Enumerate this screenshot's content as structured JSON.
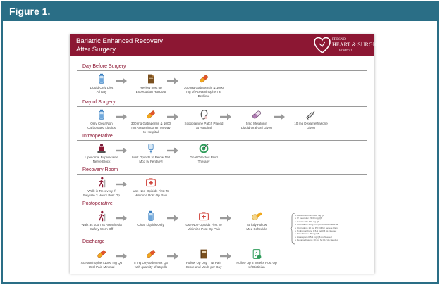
{
  "figure": {
    "label": "Figure 1."
  },
  "poster": {
    "title_line1": "Bariatric Enhanced Recovery",
    "title_line2": "After Surgery",
    "logo": {
      "line1": "FRESNO",
      "line2": "HEART & SURGICAL",
      "line3": "HOSPITAL"
    }
  },
  "colors": {
    "frame": "#2a6e86",
    "header": "#8c1733",
    "section_title": "#8c1733",
    "arrow": "#9a9a9a"
  },
  "sections": [
    {
      "title": "Day Before Surgery",
      "steps": [
        {
          "icon": "water-bottle-icon",
          "lines": [
            "Liquid Only Diet",
            "All Day"
          ]
        },
        {
          "icon": "document-icon",
          "lines": [
            "Review post op",
            "Expectation Handout"
          ]
        },
        {
          "icon": "pill-icon",
          "lines": [
            "300 mg Gabapentin & 1000",
            "mg of Acetaminophen at",
            "Bedtime"
          ]
        }
      ]
    },
    {
      "title": "Day of Surgery",
      "steps": [
        {
          "icon": "water-bottle-icon",
          "lines": [
            "Only Clear Non",
            "Carbonated Liquids"
          ]
        },
        {
          "icon": "pill-icon",
          "lines": [
            "300 mg Gabapentin & 1000",
            "mg Acetaminophen on way",
            "to Hospital"
          ]
        },
        {
          "icon": "ear-patch-icon",
          "lines": [
            "Scopolamine Patch Placed",
            "at Hospital"
          ]
        },
        {
          "icon": "gel-capsule-icon",
          "lines": [
            "5mg Melatonin",
            "Liquid Oral Gel Given"
          ]
        },
        {
          "icon": "syringe-icon",
          "lines": [
            "10 mg Dexamethasone",
            "Given"
          ]
        }
      ]
    },
    {
      "title": "Intraoperative",
      "steps": [
        {
          "icon": "patient-icon",
          "lines": [
            "Liposomal Bupivacaine",
            "Nerve Block"
          ]
        },
        {
          "icon": "iv-bag-icon",
          "lines": [
            "Limit Opioids to Below 150",
            "Mcg IV Fentanyl"
          ]
        },
        {
          "icon": "target-icon",
          "lines": [
            "Goal Directed Fluid",
            "Therapy"
          ]
        }
      ]
    },
    {
      "title": "Recovery Room",
      "steps": [
        {
          "icon": "walking-icon",
          "lines": [
            "Walk in Recovery if",
            "they are 3 Hours Post Op"
          ]
        },
        {
          "icon": "first-aid-icon",
          "lines": [
            "Use Non-Opioids First To",
            "Minimize Post Op Pain"
          ]
        }
      ]
    },
    {
      "title": "Postoperative",
      "steps": [
        {
          "icon": "walking-icon",
          "lines": [
            "Walk as soon as Anesthesia",
            "Safely Worn Off"
          ]
        },
        {
          "icon": "water-bottle-icon",
          "lines": [
            "Clear Liquids Only"
          ]
        },
        {
          "icon": "first-aid-icon",
          "lines": [
            "Use Non-Opioids First To",
            "Minimize Post Op Pain"
          ]
        },
        {
          "icon": "pills-icon",
          "lines": [
            "Strictly Follow",
            "Med Schedule"
          ]
        }
      ],
      "meds": [
        "Acetaminophen 1000 mg Q6",
        "IV Ketorolac 15-30 mg Q6",
        "Gabapentin 300 mg Q8",
        "Oxycodone 5 mg PO Q4 for Moderate Pain",
        "Oxycodone 10 mg PO Q4 for Severe Pain",
        "Hydromorphone 0.5-1 mg Q3 As Needed",
        "Simethicone 80 mg Q6",
        "Lorazepam 0.5-1 mg Q6 As Needed",
        "Dexamethasone 10 mg IV Q12 As Needed"
      ]
    },
    {
      "title": "Discharge",
      "steps": [
        {
          "icon": "pill-icon",
          "lines": [
            "Acetaminophen 1000 mg Q6",
            "Until Pain Minimal"
          ]
        },
        {
          "icon": "pill-icon",
          "lines": [
            "5 mg Oxycodone IR Q6",
            "with quantity of 15 pills"
          ]
        },
        {
          "icon": "notebook-icon",
          "lines": [
            "Follow Up Day 7 w/ Pain",
            "Score and Meds per Day"
          ]
        },
        {
          "icon": "checklist-icon",
          "lines": [
            "Follow Up 3 Weeks Post Op",
            "w/ Dietician"
          ]
        }
      ]
    }
  ]
}
